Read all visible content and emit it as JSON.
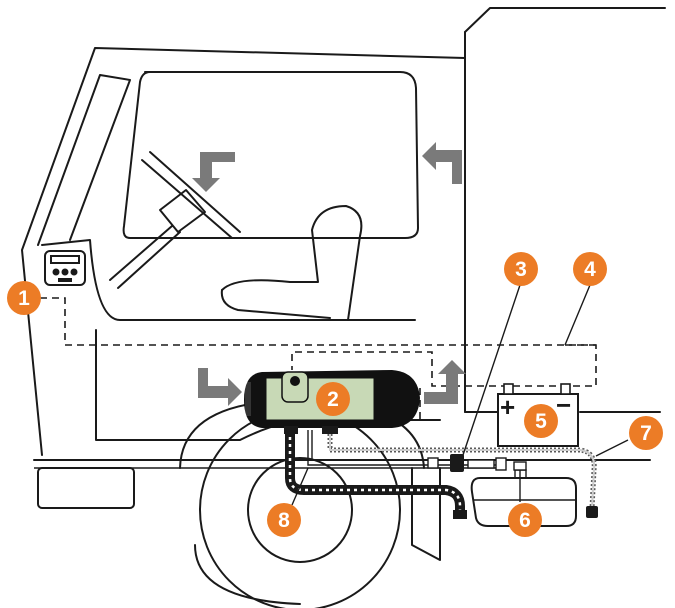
{
  "colors": {
    "badge": "#ec7c26",
    "heater_body": "#c8d9b6",
    "heater_dark": "#111111",
    "arrow": "#7a7a7a",
    "line": "#1a1a1a"
  },
  "callouts": [
    {
      "number": "1",
      "component": "controller"
    },
    {
      "number": "2",
      "component": "heater"
    },
    {
      "number": "3",
      "component": "fuel-pump"
    },
    {
      "number": "4",
      "component": "wiring-harness"
    },
    {
      "number": "5",
      "component": "battery"
    },
    {
      "number": "6",
      "component": "fuel-tank"
    },
    {
      "number": "7",
      "component": "fuel-line"
    },
    {
      "number": "8",
      "component": "exhaust-pipe"
    }
  ],
  "battery": {
    "positive": "+",
    "negative": "−"
  }
}
